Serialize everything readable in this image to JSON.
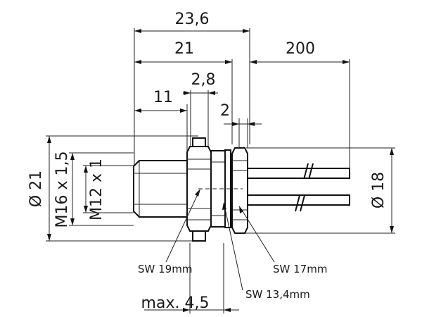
{
  "dimensions": {
    "overall_length": "23,6",
    "body_length": "21",
    "cable_length": "200",
    "flange_width": "2,8",
    "front_length": "11",
    "nut_gap": "2",
    "outer_diameter": "Ø 21",
    "thread_outer": "M16 x 1,5",
    "thread_inner": "M12 x 1",
    "cable_diameter": "Ø 18",
    "max_panel": "max. 4,5"
  },
  "wrench_sizes": {
    "sw19": "SW 19mm",
    "sw17": "SW 17mm",
    "sw13": "SW 13,4mm"
  }
}
